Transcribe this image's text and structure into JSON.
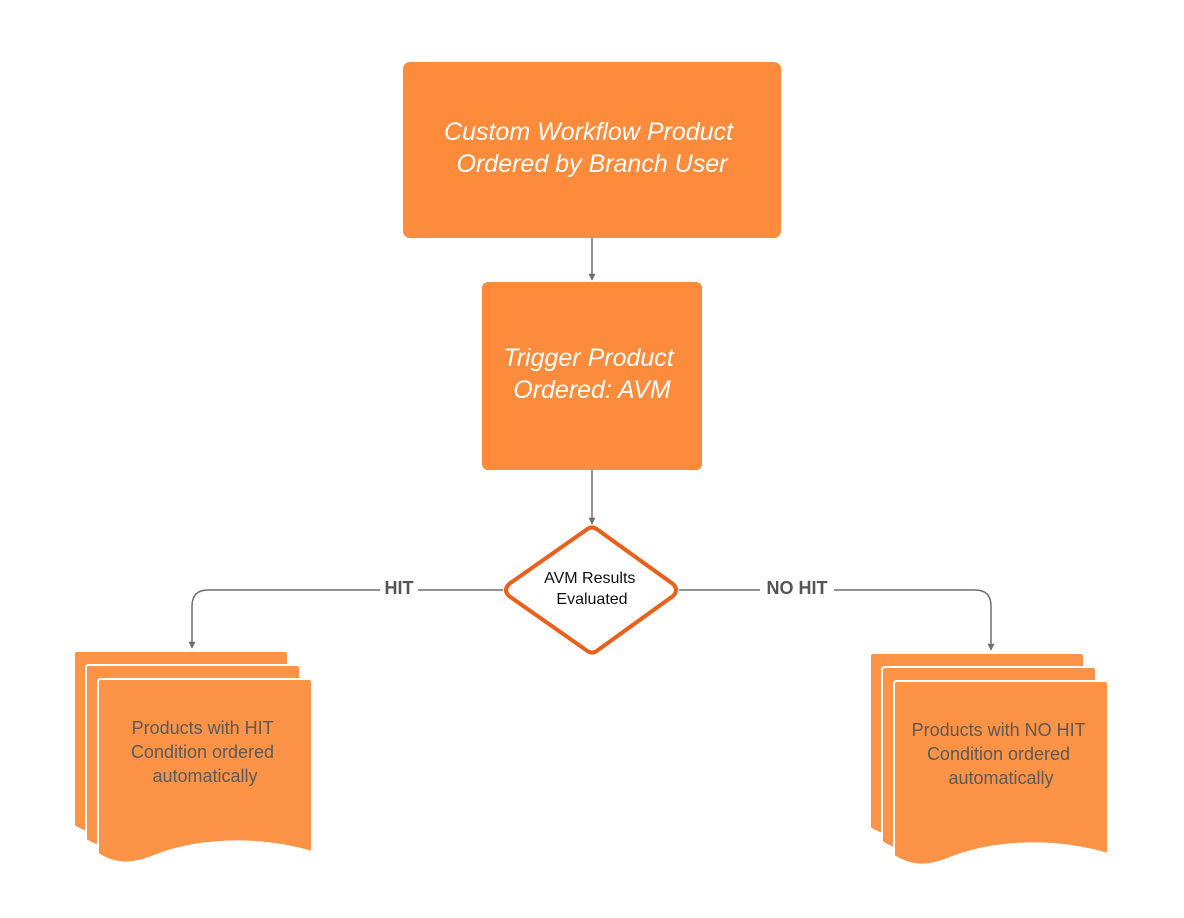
{
  "colors": {
    "process_fill": "#fd8b3c",
    "doc_fill": "#fd9346",
    "doc_edge": "#ffffff",
    "decision_stroke": "#ea5f1c",
    "decision_fill": "#ffffff",
    "connector": "#6f6f6f",
    "box_text": "#ffffff",
    "doc_text": "#5a5a5a",
    "label_text": "#555555",
    "decision_text": "#111111"
  },
  "nodes": {
    "start": {
      "lines": [
        "Custom Workflow Product",
        "Ordered by Branch User"
      ]
    },
    "trigger": {
      "lines": [
        "Trigger Product",
        "Ordered: AVM"
      ]
    },
    "decision": {
      "lines": [
        "AVM Results",
        "Evaluated"
      ]
    },
    "hit_docs": {
      "lines": [
        "Products with HIT",
        "Condition ordered",
        "automatically"
      ]
    },
    "nohit_docs": {
      "lines": [
        "Products with NO HIT",
        "Condition ordered",
        "automatically"
      ]
    }
  },
  "edges": {
    "hit_label": "HIT",
    "nohit_label": "NO HIT"
  }
}
